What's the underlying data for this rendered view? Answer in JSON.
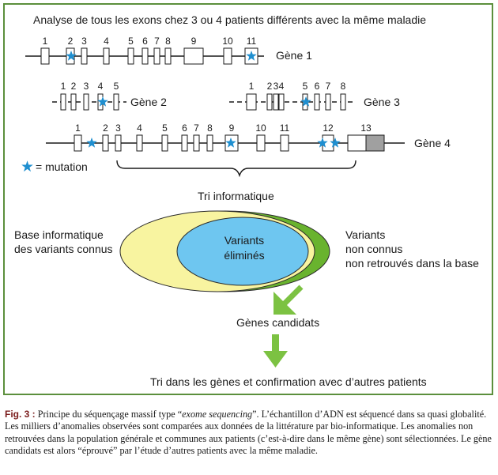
{
  "header": "Analyse de tous les exons chez 3 ou 4 patients différents avec la même maladie",
  "colors": {
    "border": "#5b8f3c",
    "mutation_star": "#1f8fd0",
    "known_db": "#f8f4a0",
    "eliminated": "#6ec6f0",
    "unknown": "#69b32e",
    "arrow": "#7cc242",
    "exon13_dark": "#a0a0a0"
  },
  "genes": [
    {
      "name": "Gène 1",
      "exons": [
        {
          "label": "1",
          "mutation": false
        },
        {
          "label": "2",
          "mutation": true
        },
        {
          "label": "3",
          "mutation": false
        },
        {
          "label": "4",
          "mutation": false
        },
        {
          "label": "5",
          "mutation": false
        },
        {
          "label": "6",
          "mutation": false
        },
        {
          "label": "7",
          "mutation": false
        },
        {
          "label": "8",
          "mutation": false
        },
        {
          "label": "9",
          "mutation": false
        },
        {
          "label": "10",
          "mutation": false
        },
        {
          "label": "11",
          "mutation": true
        }
      ]
    },
    {
      "name": "Gène 2",
      "exons": [
        {
          "label": "1",
          "mutation": false
        },
        {
          "label": "2",
          "mutation": false
        },
        {
          "label": "3",
          "mutation": false
        },
        {
          "label": "4",
          "mutation": true
        },
        {
          "label": "5",
          "mutation": false
        }
      ]
    },
    {
      "name": "Gène 3",
      "exons": [
        {
          "label": "1",
          "mutation": false
        },
        {
          "label": "2",
          "mutation": false
        },
        {
          "label": "3",
          "mutation": false
        },
        {
          "label": "4",
          "mutation": false
        },
        {
          "label": "5",
          "mutation": true
        },
        {
          "label": "6",
          "mutation": false
        },
        {
          "label": "7",
          "mutation": false
        },
        {
          "label": "8",
          "mutation": false
        }
      ]
    },
    {
      "name": "Gène 4",
      "exons": [
        {
          "label": "1",
          "mutation": true
        },
        {
          "label": "2",
          "mutation": false
        },
        {
          "label": "3",
          "mutation": false
        },
        {
          "label": "4",
          "mutation": false
        },
        {
          "label": "5",
          "mutation": false
        },
        {
          "label": "6",
          "mutation": false
        },
        {
          "label": "7",
          "mutation": false
        },
        {
          "label": "8",
          "mutation": false
        },
        {
          "label": "9",
          "mutation": true
        },
        {
          "label": "10",
          "mutation": false
        },
        {
          "label": "11",
          "mutation": false
        },
        {
          "label": "12",
          "mutation": true
        },
        {
          "label": "13",
          "mutation": false
        }
      ]
    }
  ],
  "legend": {
    "symbol": "★",
    "text": "= mutation"
  },
  "tri_informatique": "Tri informatique",
  "venn": {
    "known_line1": "Base informatique",
    "known_line2": "des variants connus",
    "eliminated_line1": "Variants",
    "eliminated_line2": "éliminés",
    "unknown_line1": "Variants",
    "unknown_line2": "non connus",
    "unknown_line3": "non retrouvés dans la base"
  },
  "candidates": "Gènes candidats",
  "final_step": "Tri dans les gènes et confirmation avec d’autres patients",
  "caption": {
    "fig_label": "Fig. 3 :",
    "part1": " Principe du séquençage massif type “",
    "emphasis": "exome sequencing",
    "part2": "”. L’échantillon d’ADN est séquencé dans sa quasi globalité. Les milliers d’anomalies observées sont comparées aux données de la littérature par bio-informatique. Les anomalies non retrouvées dans la population générale et communes aux patients (c’est-à-dire dans le même gène) sont sélectionnées. Le gène candidats est alors “éprouvé” par l’étude d’autres patients avec la même maladie."
  }
}
